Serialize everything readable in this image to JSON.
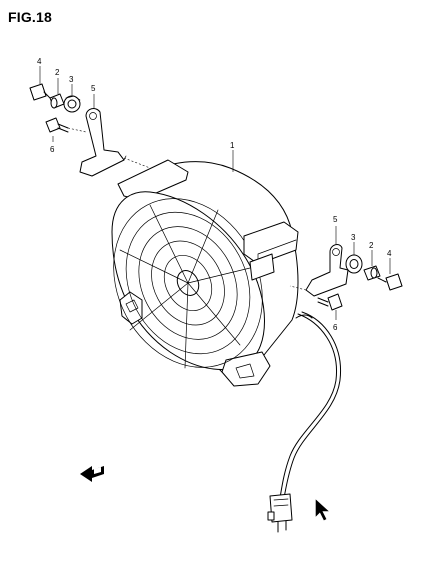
{
  "figure": {
    "title": "FIG.18"
  },
  "callouts": {
    "fan_assembly": "1",
    "left_spacer": "2",
    "left_cushion": "3",
    "left_bolt": "4",
    "left_bracket": "5",
    "left_bracket_bolt": "6",
    "right_bracket": "5",
    "right_cushion": "3",
    "right_spacer": "2",
    "right_bolt": "4",
    "right_bracket_bolt": "6"
  },
  "icons": {
    "front_arrow": "front-direction-arrow-icon",
    "connector_arrow": "pointer-arrow-icon"
  },
  "colors": {
    "line": "#000000",
    "background": "#ffffff"
  }
}
